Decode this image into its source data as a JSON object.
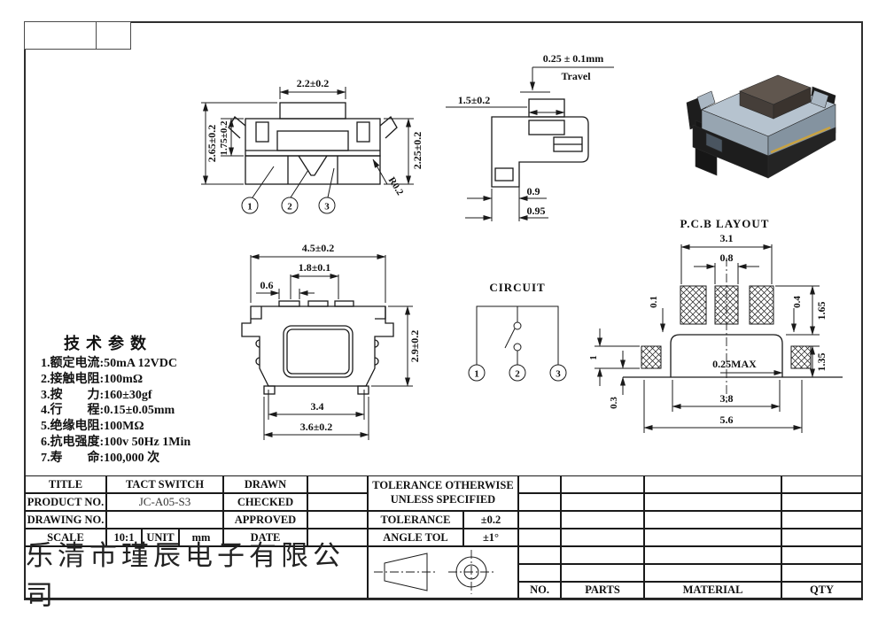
{
  "window": {
    "bg": "#ffffff",
    "line": "#1a1a1a"
  },
  "views": {
    "front": {
      "dim_top": "2.2±0.2",
      "dim_left_inner": "1.75±0.2",
      "dim_left_outer": "2.65±0.2",
      "dim_right": "2.25±0.2",
      "radius": "R0.2",
      "callouts": [
        "1",
        "2",
        "3"
      ]
    },
    "side": {
      "travel_value": "0.25 ± 0.1mm",
      "travel_word": "Travel",
      "dim_button": "1.5±0.2",
      "dim_lower1": "0.9",
      "dim_lower2": "0.95"
    },
    "plan": {
      "dim_outer_width": "4.5±0.2",
      "dim_terminal_span": "1.8±0.1",
      "dim_terminal_width": "0.6",
      "dim_height": "2.9±0.2",
      "dim_base_inner": "3.4",
      "dim_base_outer": "3.6±0.2"
    },
    "circuit": {
      "title": "CIRCUIT",
      "terminals": [
        "1",
        "2",
        "3"
      ]
    },
    "pcb": {
      "title": "P.C.B LAYOUT",
      "dim_pad_span": "3.1",
      "dim_pad_width": "0.8",
      "dim_gap_left": "0.1",
      "dim_gap_right": "0.4",
      "dim_pad_height": "1.65",
      "dim_side_pad_height": "1",
      "dim_side_pad_offset": "0.3",
      "dim_clearance": "0.25MAX",
      "dim_body_width": "3.8",
      "dim_side_height": "1.35",
      "dim_total_width": "5.6"
    }
  },
  "tech": {
    "title": "技术参数",
    "items": [
      "1.额定电流:50mA 12VDC",
      "2.接触电阻:100mΩ",
      "3.按　　力:160±30gf",
      "4.行　　程:0.15±0.05mm",
      "5.绝缘电阻:100MΩ",
      "6.抗电强度:100v 50Hz 1Min",
      "7.寿　　命:100,000 次"
    ]
  },
  "title_block": {
    "title_label": "TITLE",
    "title_value": "TACT SWITCH",
    "product_label": "PRODUCT NO.",
    "product_value": "JC-A05-S3",
    "drawing_label": "DRAWING NO.",
    "scale_label": "SCALE",
    "scale_value": "10:1",
    "unit_label": "UNIT",
    "unit_value": "mm",
    "drawn_label": "DRAWN",
    "checked_label": "CHECKED",
    "approved_label": "APPROVED",
    "date_label": "DATE",
    "tol_header_1": "TOLERANCE OTHERWISE",
    "tol_header_2": "UNLESS SPECIFIED",
    "tolerance_label": "TOLERANCE",
    "tolerance_value": "±0.2",
    "angle_label": "ANGLE TOL",
    "angle_value": "±1°",
    "company": "乐清市瑾辰电子有限公司",
    "parts_headers": [
      "NO.",
      "PARTS",
      "MATERIAL",
      "QTY"
    ]
  },
  "render": {
    "body": "#b6c3cf",
    "body_shade": "#8493a0",
    "body_dark": "#97a5b1",
    "button_top": "#60564e",
    "button_side": "#453e39",
    "black": "#1d1d1d",
    "gold": "#c9a23f"
  }
}
